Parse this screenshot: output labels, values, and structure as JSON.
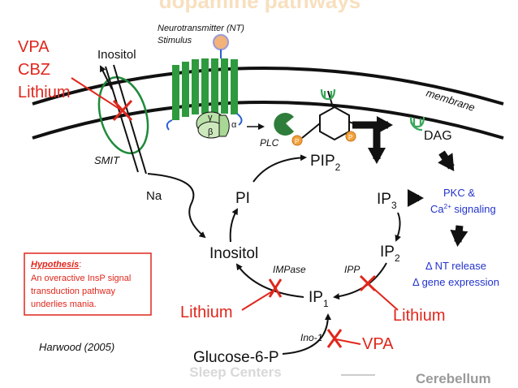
{
  "title_partial": "dopamine pathways",
  "watermark": "Sleep Centers",
  "logo": "Cerebellum",
  "drugs_left": [
    "VPA",
    "CBZ",
    "Lithium"
  ],
  "labels": {
    "inositol_transport": "Inositol",
    "smit": "SMIT",
    "na": "Na",
    "nt_stimulus_line1": "Neurotransmitter (NT)",
    "nt_stimulus_line2": "Stimulus",
    "membrane": "membrane",
    "gamma": "γ",
    "alpha": "α",
    "beta": "β",
    "plc": "PLC",
    "p": "P",
    "dag": "DAG",
    "pip2_base": "PIP",
    "pip2_sub": "2",
    "pi": "PI",
    "ip3_base": "IP",
    "ip3_sub": "3",
    "ip2_base": "IP",
    "ip2_sub": "2",
    "ip1_base": "IP",
    "ip1_sub": "1",
    "inositol_cycle": "Inositol",
    "impase": "IMPase",
    "ipp": "IPP",
    "lithium": "Lithium",
    "ino1": "Ino-1",
    "vpa": "VPA",
    "glucose": "Glucose-6-P",
    "pkc_line1": "PKC &",
    "pkc_line2_base": "Ca",
    "pkc_line2_sup": "2+",
    "pkc_line2_rest": " signaling",
    "nt_release": "Δ NT release",
    "gene_expression": "Δ gene expression"
  },
  "hypothesis": {
    "title": "Hypothesis",
    "colon": ":",
    "lines": [
      "An overactive InsP signal",
      "transduction pathway",
      "underlies mania."
    ]
  },
  "citation": "Harwood (2005)",
  "colors": {
    "red": "#e0261b",
    "green": "#1f8a3a",
    "blue": "#2233cc",
    "receptor_green": "#2e9a3e",
    "plc_green": "#2f7d3a",
    "phosphate_orange": "#f1a23a",
    "sugar_green": "#3aa65a"
  }
}
